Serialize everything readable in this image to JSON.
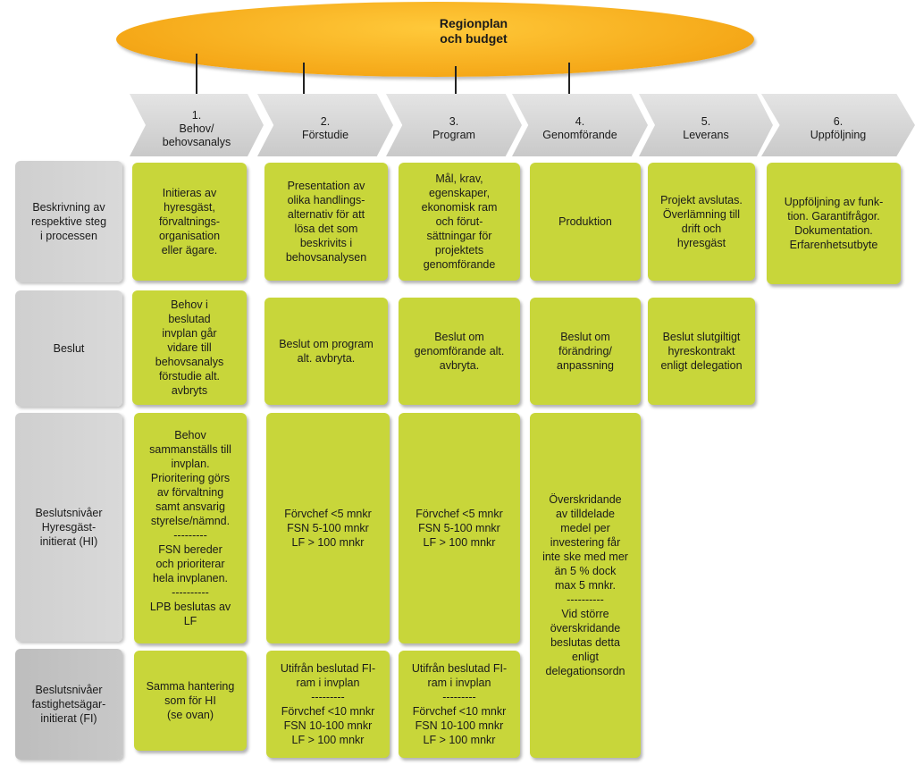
{
  "top": {
    "title": "Regionplan\noch budget"
  },
  "steps": [
    {
      "num": "1.",
      "label": "Behov/\nbehovsanalys"
    },
    {
      "num": "2.",
      "label": "Förstudie"
    },
    {
      "num": "3.",
      "label": "Program"
    },
    {
      "num": "4.",
      "label": "Genomförande"
    },
    {
      "num": "5.",
      "label": "Leverans"
    },
    {
      "num": "6.",
      "label": "Uppföljning"
    }
  ],
  "rows": [
    {
      "label": "Beskrivning av\nrespektive steg\ni processen"
    },
    {
      "label": "Beslut"
    },
    {
      "label": "Beslutsnivåer\nHyresgäst-\ninitierat (HI)"
    },
    {
      "label": "Beslutsnivåer\nfastighetsägar-\ninitierat (FI)"
    }
  ],
  "cells": {
    "desc": [
      "Initieras av\nhyresgäst,\nförvaltnings-\norganisation\neller ägare.",
      "Presentation av\nolika handlings-\nalternativ för att\nlösa det som\nbeskrivits i\nbehovsanalysen",
      "Mål, krav,\negenskaper,\nekonomisk ram\noch förut-\nsättningar för\nprojektets\ngenomförande",
      "Produktion",
      "Projekt avslutas.\nÖverlämning till\ndrift och\nhyresgäst",
      "Uppföljning av funk-\ntion. Garantifrågor.\nDokumentation.\nErfarenhetsutbyte"
    ],
    "beslut": [
      "Behov i\nbeslutad\ninvplan går\nvidare till\nbehovsanalys\nförstudie alt.\navbryts",
      "Beslut om program\nalt. avbryta.",
      "Beslut om\ngenomförande alt.\navbryta.",
      "Beslut om\nförändring/\nanpassning",
      "Beslut slutgiltigt\nhyreskontrakt\nenligt delegation"
    ],
    "hi": [
      "Behov\nsammanställs till\ninvplan.\nPrioritering görs\nav förvaltning\nsamt ansvarig\nstyrelse/nämnd.\n---------\nFSN bereder\noch prioriterar\nhela invplanen.\n----------\nLPB beslutas av\nLF",
      "Förvchef <5 mnkr\nFSN 5-100 mnkr\nLF > 100 mnkr",
      "Förvchef <5 mnkr\nFSN 5-100 mnkr\nLF > 100 mnkr",
      "Överskridande\nav tilldelade\nmedel per\ninvestering får\ninte ske med mer\nän 5 % dock\nmax 5 mnkr.\n----------\nVid större\növerskridande\nbeslutas detta\nenligt\ndelegationsordn"
    ],
    "fi": [
      "Samma hantering\nsom för HI\n(se ovan)",
      "Utifrån beslutad FI-\nram i invplan\n---------\nFörvchef <10 mnkr\nFSN 10-100 mnkr\nLF > 100 mnkr",
      "Utifrån beslutad FI-\nram i invplan\n---------\nFörvchef <10 mnkr\nFSN 10-100 mnkr\nLF > 100 mnkr"
    ]
  }
}
